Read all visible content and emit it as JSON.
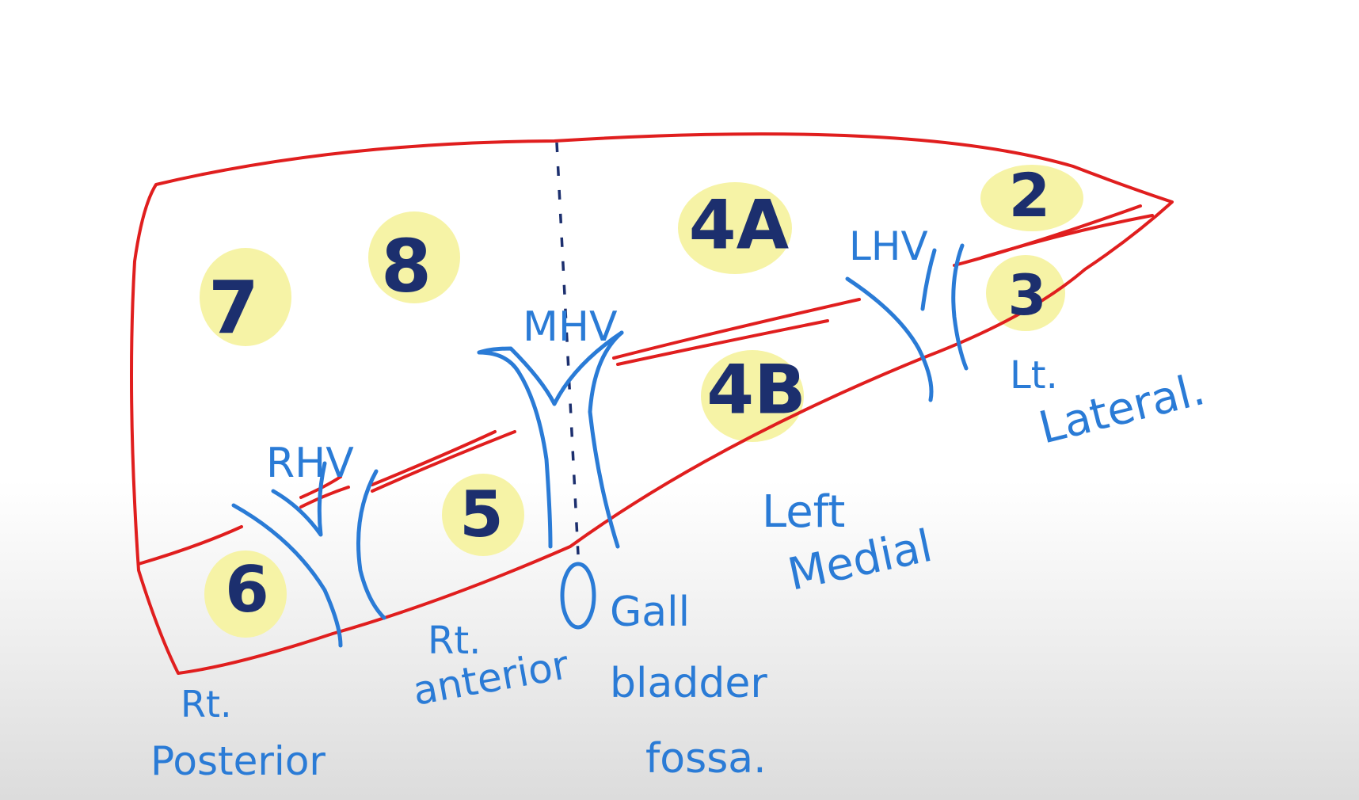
{
  "colors": {
    "liver_outline": "#e01e1e",
    "vein_ink": "#2a7bd6",
    "segment_ink": "#1c2f6e",
    "highlight": "#f6f3a6"
  },
  "segments": {
    "s7": "7",
    "s8": "8",
    "s4a": "4A",
    "s2": "2",
    "s3": "3",
    "s4b": "4B",
    "s5": "5",
    "s6": "6"
  },
  "veins": {
    "rhv": "RHV",
    "mhv": "MHV",
    "lhv": "LHV"
  },
  "labels": {
    "rt_posterior_1": "Rt.",
    "rt_posterior_2": "Posterior",
    "rt_anterior_1": "Rt.",
    "rt_anterior_2": "anterior",
    "gb_1": "Gall",
    "gb_2": "bladder",
    "gb_3": "fossa.",
    "left_medial_1": "Left",
    "left_medial_2": "Medial",
    "lt_lateral_1": "Lt.",
    "lt_lateral_2": "Lateral."
  }
}
